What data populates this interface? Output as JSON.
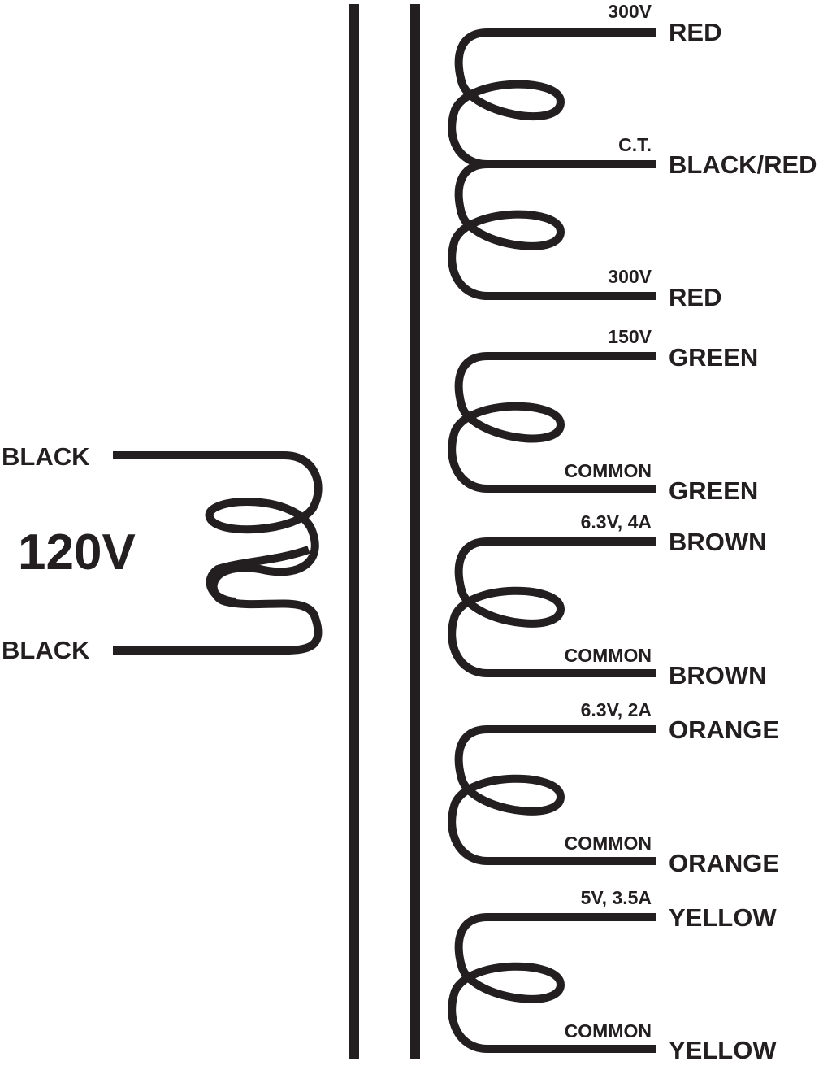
{
  "primary": {
    "voltage_label": "120V",
    "lead_top": "BLACK",
    "lead_bottom": "BLACK"
  },
  "secondaries": [
    {
      "id": "high-voltage",
      "taps": [
        {
          "tap": "300V",
          "wire": "RED"
        },
        {
          "tap": "C.T.",
          "wire": "BLACK/RED"
        },
        {
          "tap": "300V",
          "wire": "RED"
        }
      ]
    },
    {
      "id": "bias",
      "taps": [
        {
          "tap": "150V",
          "wire": "GREEN"
        },
        {
          "tap": "COMMON",
          "wire": "GREEN"
        }
      ]
    },
    {
      "id": "heater-1",
      "taps": [
        {
          "tap": "6.3V, 4A",
          "wire": "BROWN"
        },
        {
          "tap": "COMMON",
          "wire": "BROWN"
        }
      ]
    },
    {
      "id": "heater-2",
      "taps": [
        {
          "tap": "6.3V, 2A",
          "wire": "ORANGE"
        },
        {
          "tap": "COMMON",
          "wire": "ORANGE"
        }
      ]
    },
    {
      "id": "rectifier",
      "taps": [
        {
          "tap": "5V, 3.5A",
          "wire": "YELLOW"
        },
        {
          "tap": "COMMON",
          "wire": "YELLOW"
        }
      ]
    }
  ],
  "colors": {
    "ink": "#231f20",
    "background": "#ffffff"
  }
}
